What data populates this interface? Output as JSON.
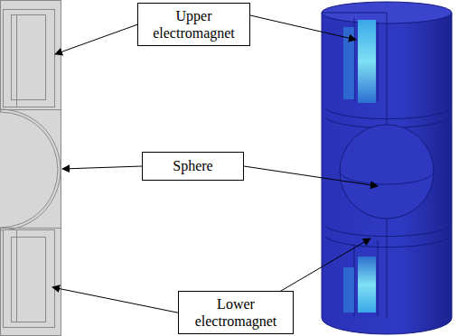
{
  "diagram": {
    "nodes": [
      {
        "text": [
          "Upper electromagnet"
        ]
      },
      {
        "text": [
          "Sphere"
        ]
      },
      {
        "text": [
          "Lower electromagnet"
        ]
      }
    ]
  }
}
